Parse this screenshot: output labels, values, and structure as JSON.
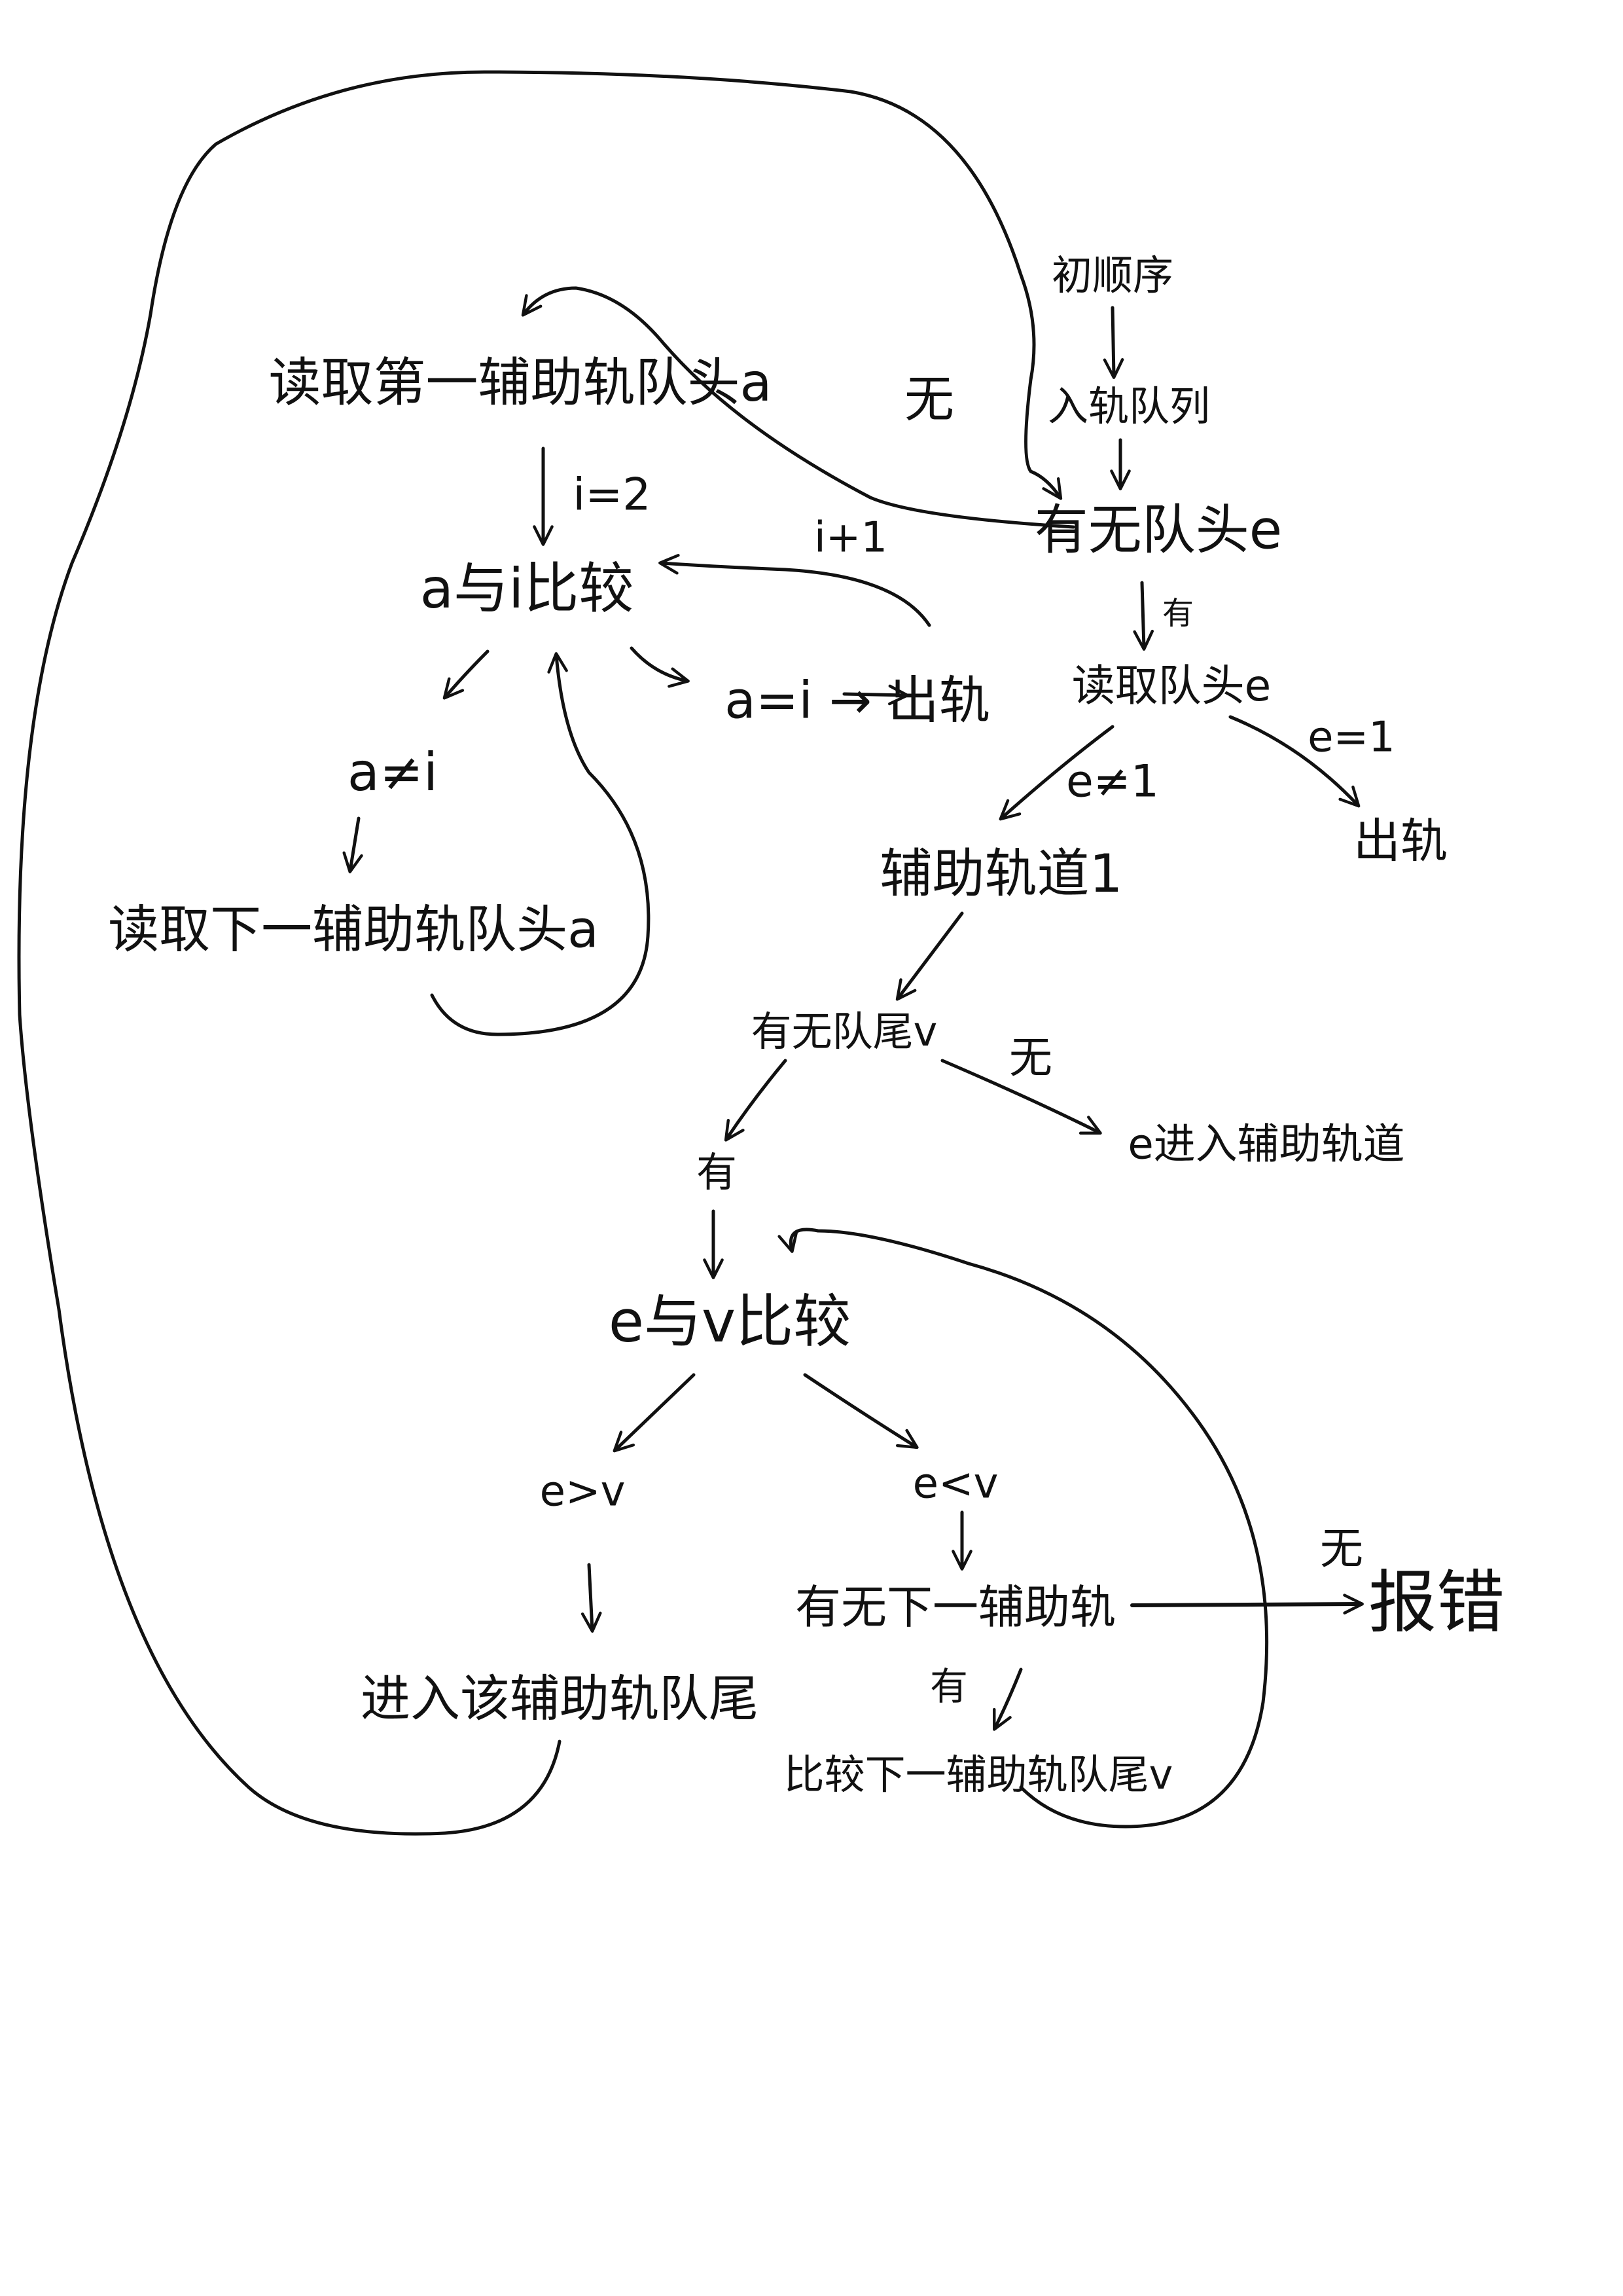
{
  "nodes": {
    "initial_order": "初顺序",
    "enqueue": "入轨队列",
    "has_head": "有无队头e",
    "read_head": "读取队头e",
    "exit_right": "出轨",
    "aux_track": "辅助轨道1",
    "has_tail": "有无队尾v",
    "e_enter_aux": "e进入辅助轨道",
    "compare_ev": "e与v比较",
    "e_gt_v": "e>v",
    "e_lt_v": "e<v",
    "enter_tail": "进入该辅助轨队尾",
    "has_next_aux": "有无下一辅助轨",
    "compare_next_tail": "比较下一辅助轨队尾v",
    "report_error": "报错",
    "read_first_aux_head": "读取第一辅助轨队头a",
    "compare_ai": "a与i比较",
    "a_eq_i_exit": "a=i → 出轨",
    "a_neq_i": "a≠i",
    "read_next_aux_head": "读取下一辅助轨队头a"
  },
  "edge_labels": {
    "you_head": "有",
    "e_neq_1": "e≠1",
    "e_eq_1": "e=1",
    "wu_tail": "无",
    "you_tail": "有",
    "you_next": "有",
    "wu_next": "无",
    "wu_head": "无",
    "i_eq_2": "i=2",
    "i_plus_1": "i+1"
  }
}
